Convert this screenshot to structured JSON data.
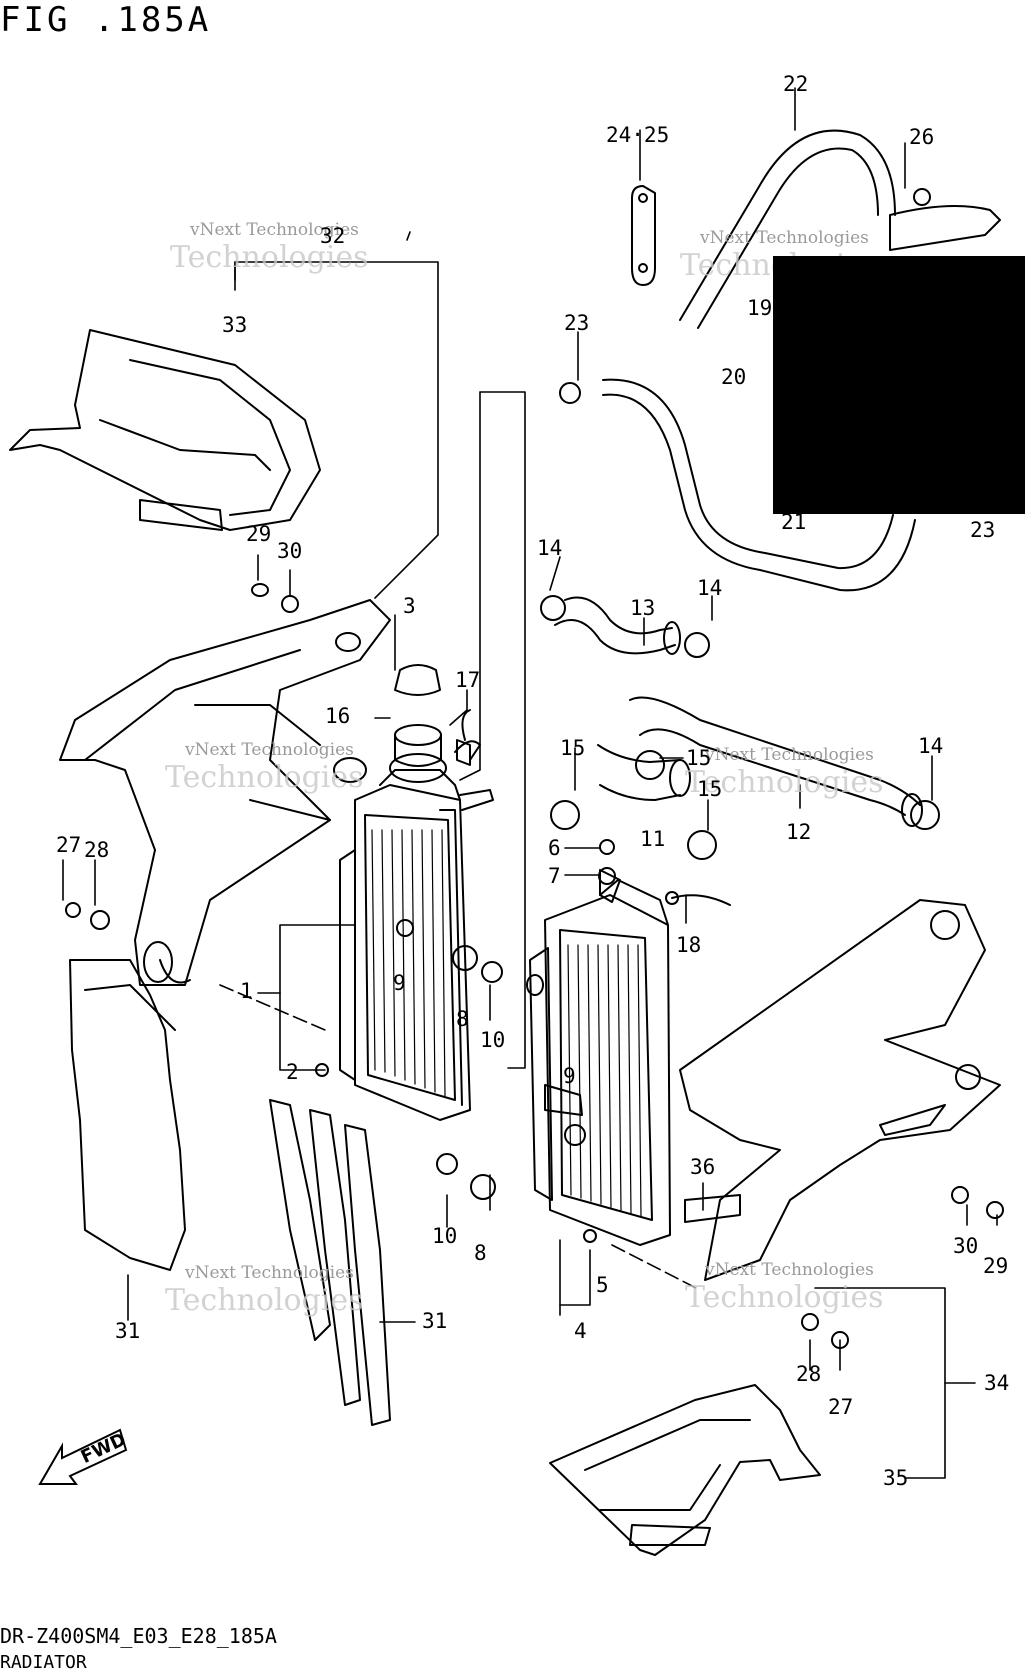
{
  "title": "FIG .185A",
  "footer": {
    "code": "DR-Z400SM4_E03_E28_185A",
    "name": "RADIATOR"
  },
  "watermark": {
    "line1": "vNext Technologies",
    "line2": "Technologies"
  },
  "arrow_label": "FWD",
  "callouts": [
    "1",
    "2",
    "3",
    "4",
    "5",
    "6",
    "7",
    "8",
    "8",
    "9",
    "9",
    "10",
    "10",
    "11",
    "12",
    "13",
    "14",
    "14",
    "14",
    "15",
    "15",
    "15",
    "16",
    "17",
    "18",
    "19",
    "20",
    "21",
    "22",
    "23",
    "23",
    "24·25",
    "26",
    "27",
    "27",
    "28",
    "28",
    "29",
    "29",
    "30",
    "30",
    "31",
    "31",
    "32",
    "33",
    "34",
    "35",
    "36"
  ],
  "colors": {
    "ink": "#000000",
    "paper": "#ffffff",
    "watermark": "#9a9a9a",
    "redaction": "#000000"
  }
}
